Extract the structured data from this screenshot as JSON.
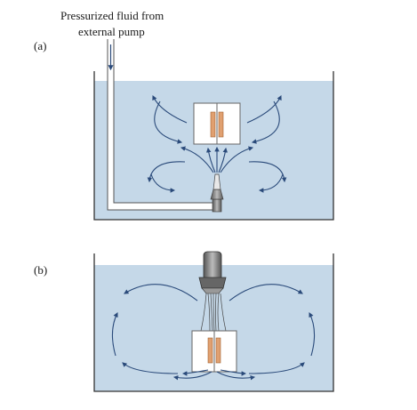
{
  "caption": {
    "line1": "Pressurized fluid from",
    "line2": "external pump"
  },
  "panels": [
    {
      "label": "(a)"
    },
    {
      "label": "(b)"
    }
  ],
  "colors": {
    "fluid": "#c5d8e8",
    "tank_wall": "#333333",
    "electrode": "#e0a070",
    "arrow": "#2a4a7a",
    "nozzle": "#777777"
  }
}
